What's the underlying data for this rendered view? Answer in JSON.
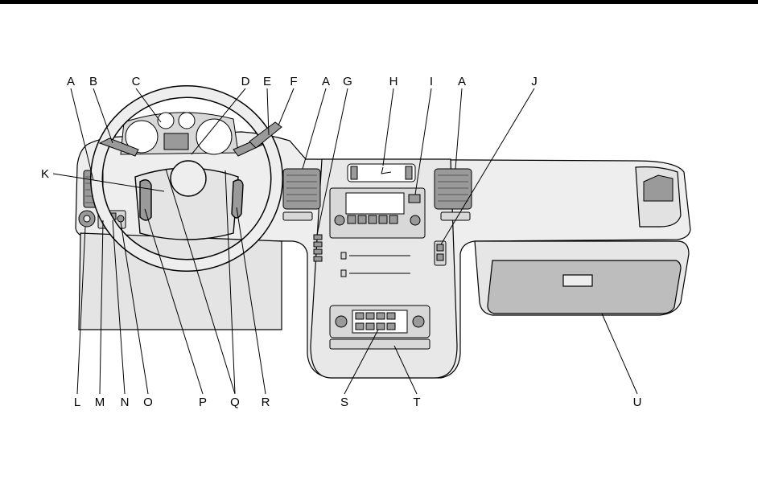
{
  "figure": {
    "callouts": {
      "top": [
        "A",
        "B",
        "C",
        "D",
        "E",
        "F",
        "A",
        "G",
        "H",
        "I",
        "A",
        "J"
      ],
      "side": [
        "K"
      ],
      "bottom": [
        "L",
        "M",
        "N",
        "O",
        "P",
        "Q",
        "R",
        "S",
        "T",
        "U"
      ]
    },
    "colors": {
      "outline": "#000000",
      "panel_fill": "#eeeeee",
      "shade_fill": "#d8d8d8",
      "dark_fill": "#9a9a9a",
      "glovebox_fill": "#bdbdbd"
    }
  }
}
